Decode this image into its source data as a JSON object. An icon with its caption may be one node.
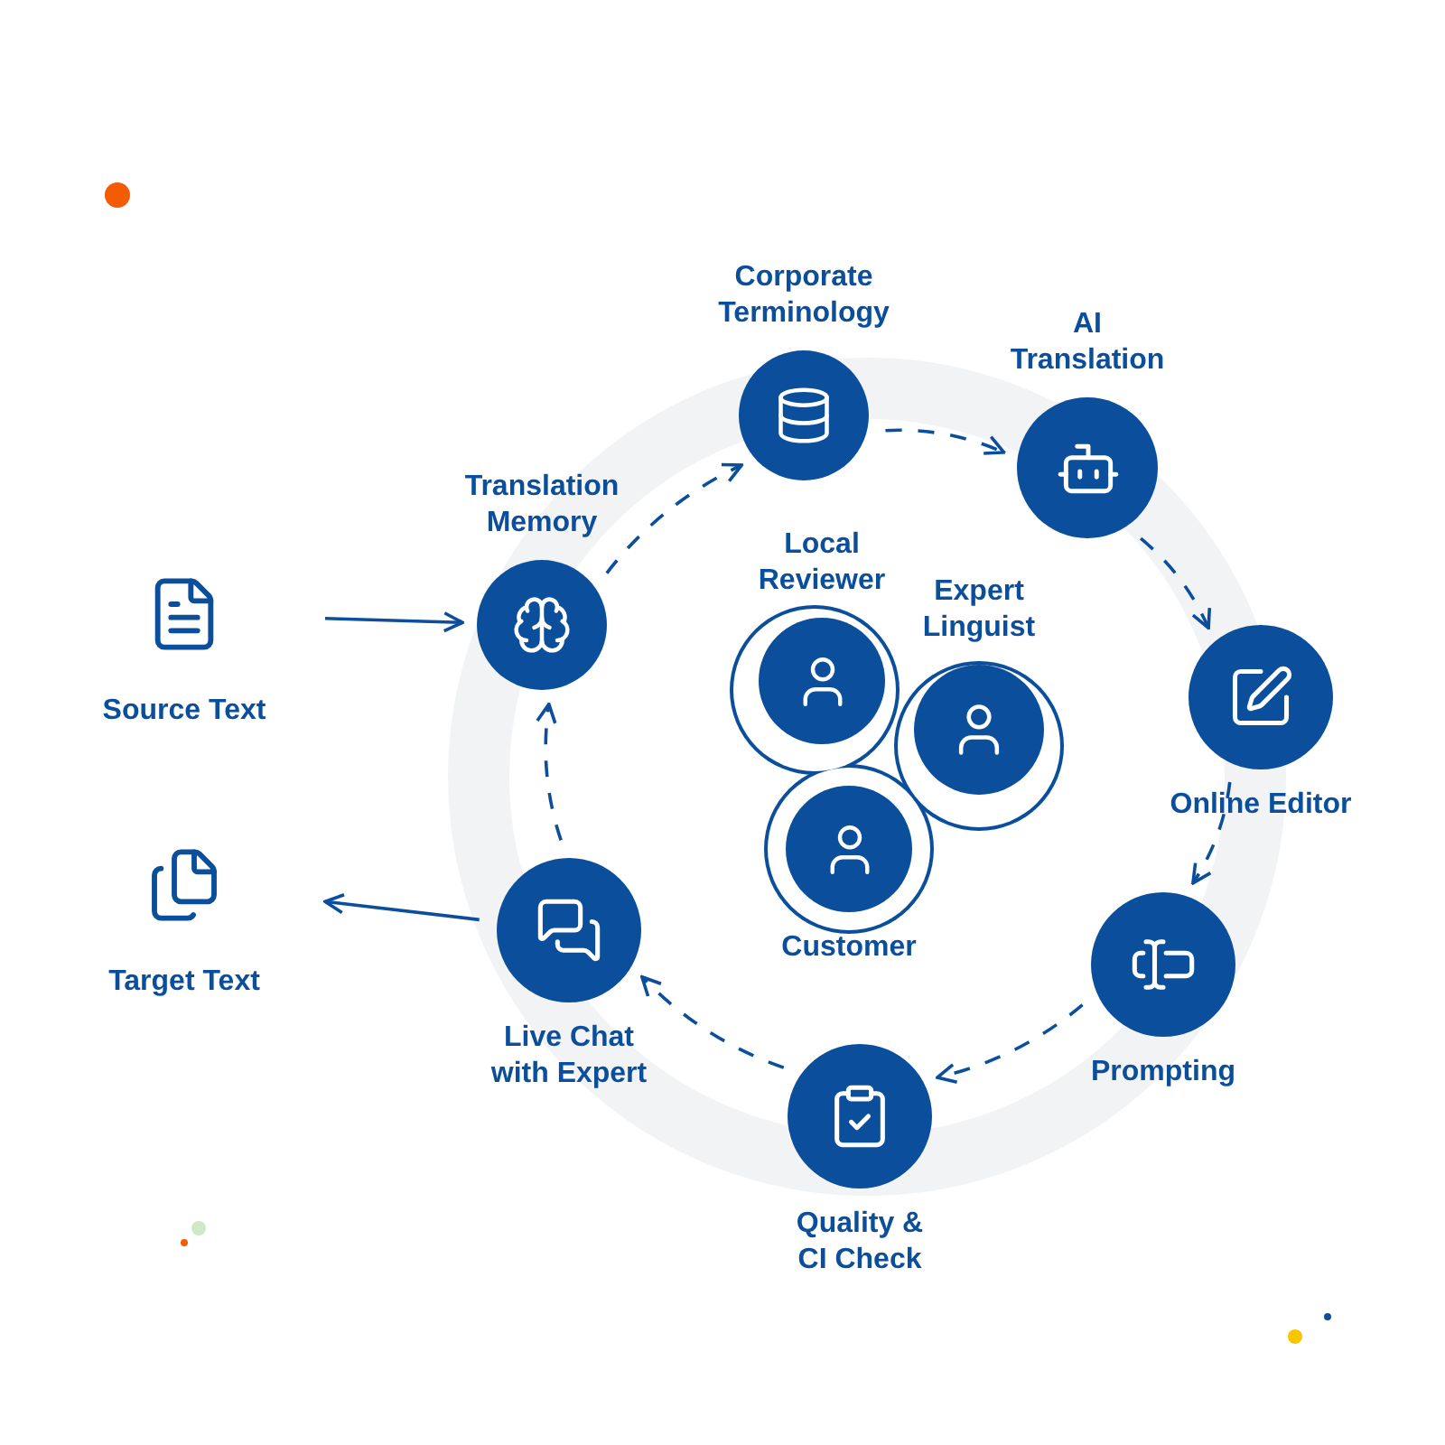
{
  "diagram": {
    "nodes": [
      {
        "text": [
          "Source Text"
        ]
      },
      {
        "text": [
          "Target Text"
        ]
      },
      {
        "text": [
          "Translation Memory"
        ]
      },
      {
        "text": [
          "Corporate Terminology"
        ]
      },
      {
        "text": [
          "AI Translation"
        ]
      },
      {
        "text": [
          "Online Editor"
        ]
      },
      {
        "text": [
          "Prompting"
        ]
      },
      {
        "text": [
          "Quality & CI Check"
        ]
      },
      {
        "text": [
          "Live Chat with Expert"
        ]
      },
      {
        "text": [],
        "shape": "cloud"
      },
      {
        "text": [
          "Local Reviewer"
        ],
        "in": 9
      },
      {
        "text": [
          "Expert Linguist"
        ],
        "in": 9
      },
      {
        "text": [
          "Customer"
        ],
        "in": 9
      }
    ],
    "edges": [
      {
        "from": 0,
        "to": 2,
        "arrow": "to"
      },
      {
        "from": 2,
        "to": 3,
        "arrow": "to",
        "style": "dashed"
      },
      {
        "from": 3,
        "to": 4,
        "arrow": "to",
        "style": "dashed"
      },
      {
        "from": 4,
        "to": 5,
        "arrow": "to",
        "style": "dashed"
      },
      {
        "from": 5,
        "to": 6,
        "arrow": "to",
        "style": "dashed"
      },
      {
        "from": 6,
        "to": 7,
        "arrow": "to",
        "style": "dashed"
      },
      {
        "from": 7,
        "to": 8,
        "arrow": "to",
        "style": "dashed"
      },
      {
        "from": 8,
        "to": 2,
        "arrow": "to",
        "style": "dashed"
      },
      {
        "from": 8,
        "to": 1,
        "arrow": "to"
      }
    ]
  }
}
